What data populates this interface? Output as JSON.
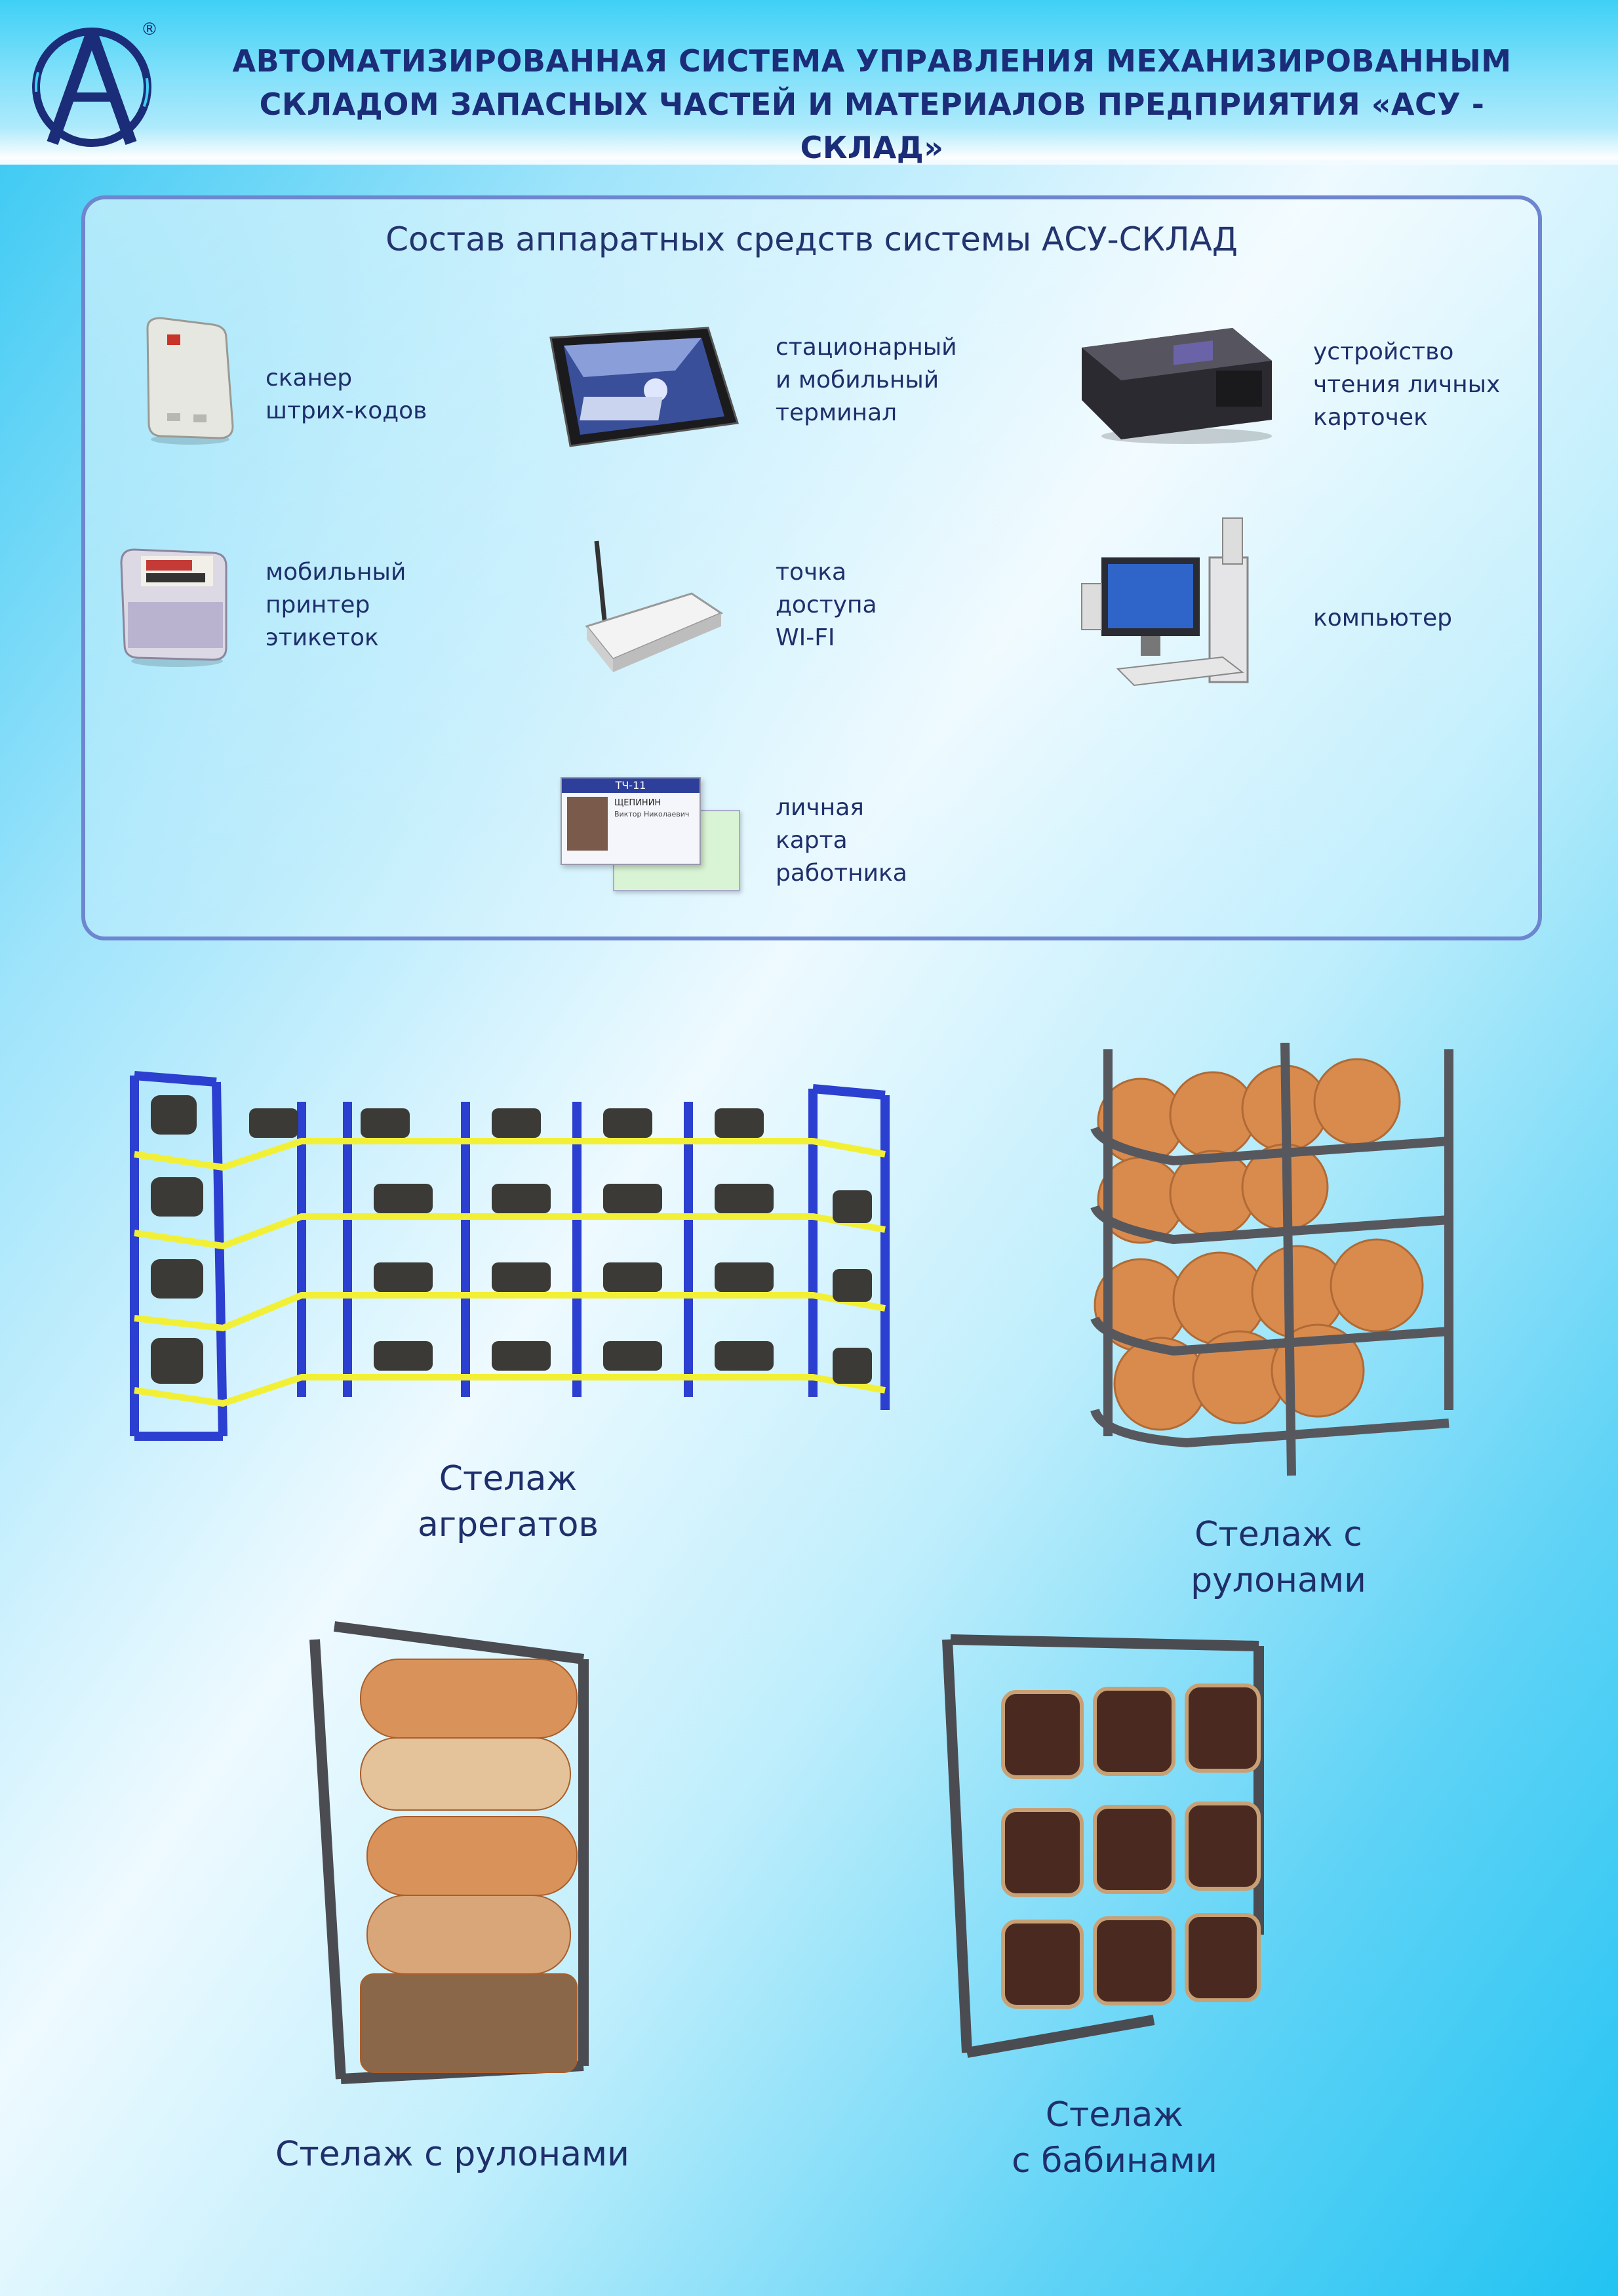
{
  "header": {
    "title_line1": "АВТОМАТИЗИРОВАННАЯ СИСТЕМА УПРАВЛЕНИЯ МЕХАНИЗИРОВАННЫМ",
    "title_line2": "СКЛАДОМ ЗАПАСНЫХ ЧАСТЕЙ И МАТЕРИАЛОВ ПРЕДПРИЯТИЯ «АСУ - СКЛАД»",
    "registered_mark": "®",
    "logo_icon": "letter-a-circle-logo"
  },
  "hardware": {
    "title": "Состав аппаратных средств системы АСУ-СКЛАД",
    "items": [
      {
        "label": "сканер\nштрих-кодов",
        "icon": "barcode-scanner-icon"
      },
      {
        "label": "стационарный\nи мобильный\nтерминал",
        "icon": "tablet-terminal-icon"
      },
      {
        "label": "устройство\nчтения личных\n карточек",
        "icon": "card-reader-icon"
      },
      {
        "label": "мобильный\nпринтер\nэтикеток",
        "icon": "label-printer-icon"
      },
      {
        "label": "точка\nдоступа\nWI-FI",
        "icon": "wifi-router-icon"
      },
      {
        "label": "компьютер",
        "icon": "desktop-computer-icon"
      },
      {
        "label": "личная\nкарта\nработника",
        "icon": "employee-card-icon"
      }
    ],
    "card_text": {
      "header": "ТЧ-11",
      "name": "ЩЕПИНИН",
      "sub": "Виктор Николаевич"
    }
  },
  "racks": [
    {
      "caption": "Стелаж\nагрегатов",
      "icon": "aggregate-rack-image"
    },
    {
      "caption": "Стелаж с рулонами",
      "icon": "log-roll-rack-image"
    },
    {
      "caption": "Стелаж с рулонами",
      "icon": "linoleum-roll-rack-image"
    },
    {
      "caption": "Стелаж\nс бабинами",
      "icon": "cable-reel-rack-image"
    }
  ],
  "colors": {
    "title": "#1b2d78",
    "panel_border": "#6e86cf",
    "rack_blue": "#2b3fd0",
    "rack_yellow": "#f2f036",
    "wood": "#d98b4e"
  }
}
